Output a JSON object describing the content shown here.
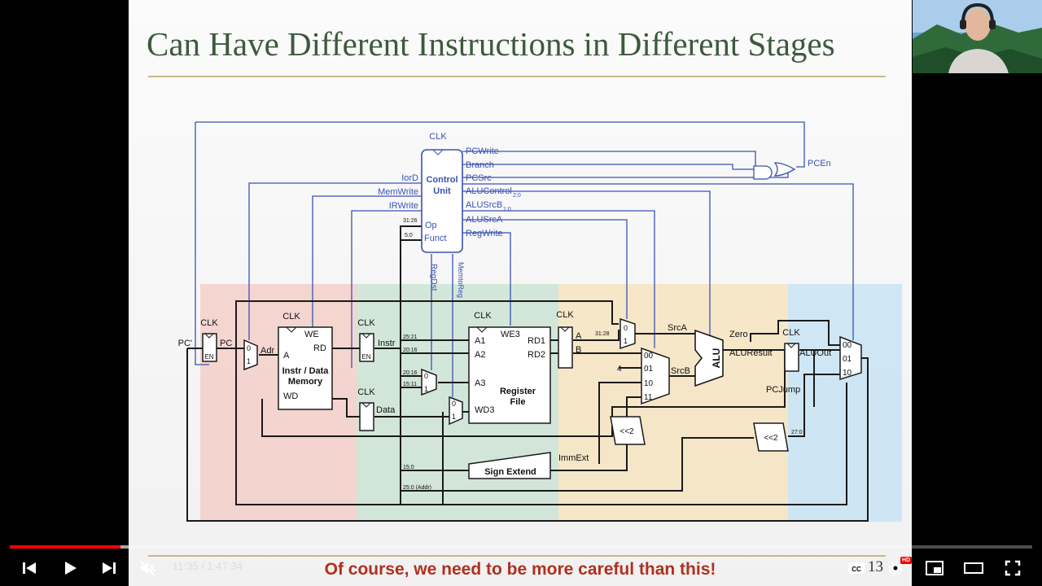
{
  "slide": {
    "title": "Can Have Different Instructions in Different Stages",
    "caption": "Of course, we need to be more careful than this!",
    "slide_number": "13"
  },
  "diagram": {
    "control_unit": {
      "name_line1": "Control",
      "name_line2": "Unit",
      "clk": "CLK",
      "op": "Op",
      "funct": "Funct"
    },
    "control_outputs": {
      "pcwrite": "PCWrite",
      "branch": "Branch",
      "pcsrc": "PCSrc",
      "alucontrol": "ALUControl",
      "alucontrol_sub": "2:0",
      "alusrcb": "ALUSrcB",
      "alusrcb_sub": "1:0",
      "alusrca": "ALUSrcA",
      "regwrite": "RegWrite"
    },
    "control_left": {
      "iord": "IorD",
      "memwrite": "MemWrite",
      "irwrite": "IRWrite"
    },
    "control_bottom": {
      "regdst": "RegDst",
      "memtoreg": "MemtoReg"
    },
    "pcen": "PCEn",
    "pc": {
      "pc_prime": "PC'",
      "pc": "PC",
      "clk": "CLK",
      "en": "EN"
    },
    "adr_mux": {
      "in0": "0",
      "in1": "1",
      "adr": "Adr"
    },
    "memory": {
      "we": "WE",
      "a": "A",
      "rd": "RD",
      "wd": "WD",
      "name_line1": "Instr / Data",
      "name_line2": "Memory",
      "clk": "CLK"
    },
    "instr_reg": {
      "clk": "CLK",
      "en": "EN",
      "label": "Instr"
    },
    "data_reg": {
      "clk": "CLK",
      "label": "Data"
    },
    "bitfields": {
      "f3126": "31:26",
      "f50": "5:0",
      "f2521": "25:21",
      "f2016": "20:16",
      "f2016b": "20:16",
      "f1511": "15:11",
      "f150": "15:0",
      "f250": "25:0 (Addr)",
      "f3128": "31:28",
      "f270": "27:0"
    },
    "regdst_mux": {
      "in0": "0",
      "in1": "1"
    },
    "memtoreg_mux": {
      "in0": "0",
      "in1": "1"
    },
    "register_file": {
      "clk": "CLK",
      "we3": "WE3",
      "a1": "A1",
      "a2": "A2",
      "a3": "A3",
      "wd3": "WD3",
      "rd1": "RD1",
      "rd2": "RD2",
      "name_line1": "Register",
      "name_line2": "File"
    },
    "ab_reg": {
      "clk": "CLK",
      "a": "A",
      "b": "B"
    },
    "srca_mux": {
      "in0": "0",
      "in1": "1",
      "label": "SrcA"
    },
    "srcb_mux": {
      "in00": "00",
      "in01": "01",
      "in10": "10",
      "in11": "11",
      "const4": "4",
      "label": "SrcB"
    },
    "alu": {
      "label": "ALU",
      "zero": "Zero",
      "aluresult": "ALUResult"
    },
    "aluout_reg": {
      "clk": "CLK",
      "label": "ALUOut"
    },
    "pc_mux": {
      "in00": "00",
      "in01": "01",
      "in10": "10",
      "pcjump": "PCJump"
    },
    "sign_extend": "Sign Extend",
    "immext": "ImmExt",
    "shift1": "<<2",
    "shift2": "<<2"
  },
  "player": {
    "current_time": "11:35",
    "separator": " / ",
    "total_time": "1:47:34",
    "progress": 0.108,
    "buffered": 0.12,
    "hd_badge": "HD",
    "icons": [
      "skip-previous-icon",
      "play-icon",
      "skip-next-icon",
      "mute-icon",
      "cc-icon",
      "gear-icon",
      "miniplayer-icon",
      "theater-icon",
      "fullscreen-icon"
    ]
  }
}
